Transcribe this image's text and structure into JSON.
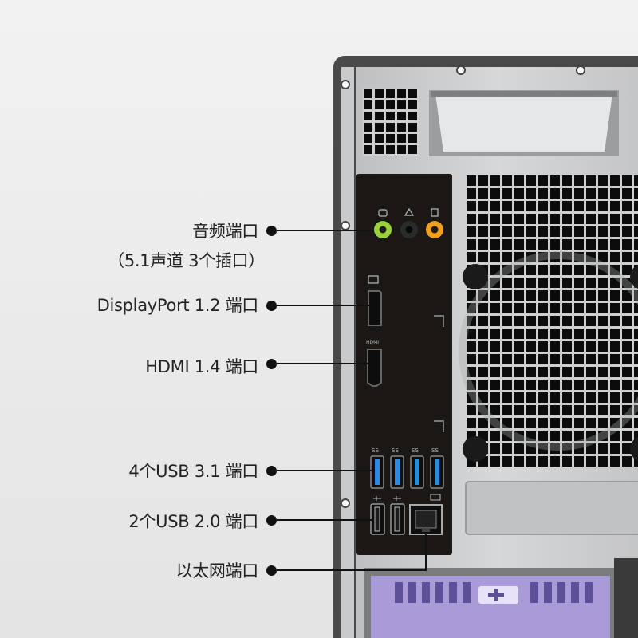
{
  "callouts": [
    {
      "id": "audio",
      "label": "音频端口",
      "sub": "（5.1声道 3个插口）"
    },
    {
      "id": "displayport",
      "label": "DisplayPort 1.2 端口"
    },
    {
      "id": "hdmi",
      "label": "HDMI 1.4 端口"
    },
    {
      "id": "usb31",
      "label": "4个USB 3.1 端口"
    },
    {
      "id": "usb20",
      "label": "2个USB 2.0 端口"
    },
    {
      "id": "ethernet",
      "label": "以太网端口"
    }
  ],
  "port_marks": {
    "hdmi": "HDMI",
    "ss": "SS"
  },
  "colors": {
    "chassis": "#cfd0d2",
    "chassis_edge": "#4a4a4a",
    "io_plate": "#1a1714",
    "usb3_blue": "#2a8be0",
    "audio_green": "#9bd23c",
    "audio_orange": "#f0a020",
    "card_purple": "#a99ad8"
  }
}
